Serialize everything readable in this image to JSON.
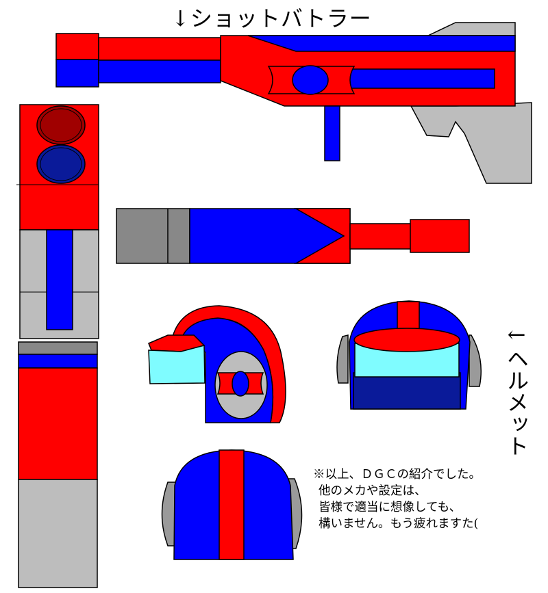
{
  "captions": {
    "shot_battler": "↓ショットバトラー",
    "helmet": "←ヘルメット"
  },
  "note": {
    "lines": [
      "※以上、ＤＧＣの紹介でした。",
      "他のメカや設定は、",
      "皆様で適当に想像しても、",
      "構いません。もう疲れますた("
    ]
  },
  "palette": {
    "red": "#ff0000",
    "blue": "#0000ff",
    "gray": "#bdbdbd",
    "dark_gray": "#888888",
    "cyan": "#7ffcff",
    "navy": "#0a1a99",
    "dark_red": "#a00000"
  }
}
